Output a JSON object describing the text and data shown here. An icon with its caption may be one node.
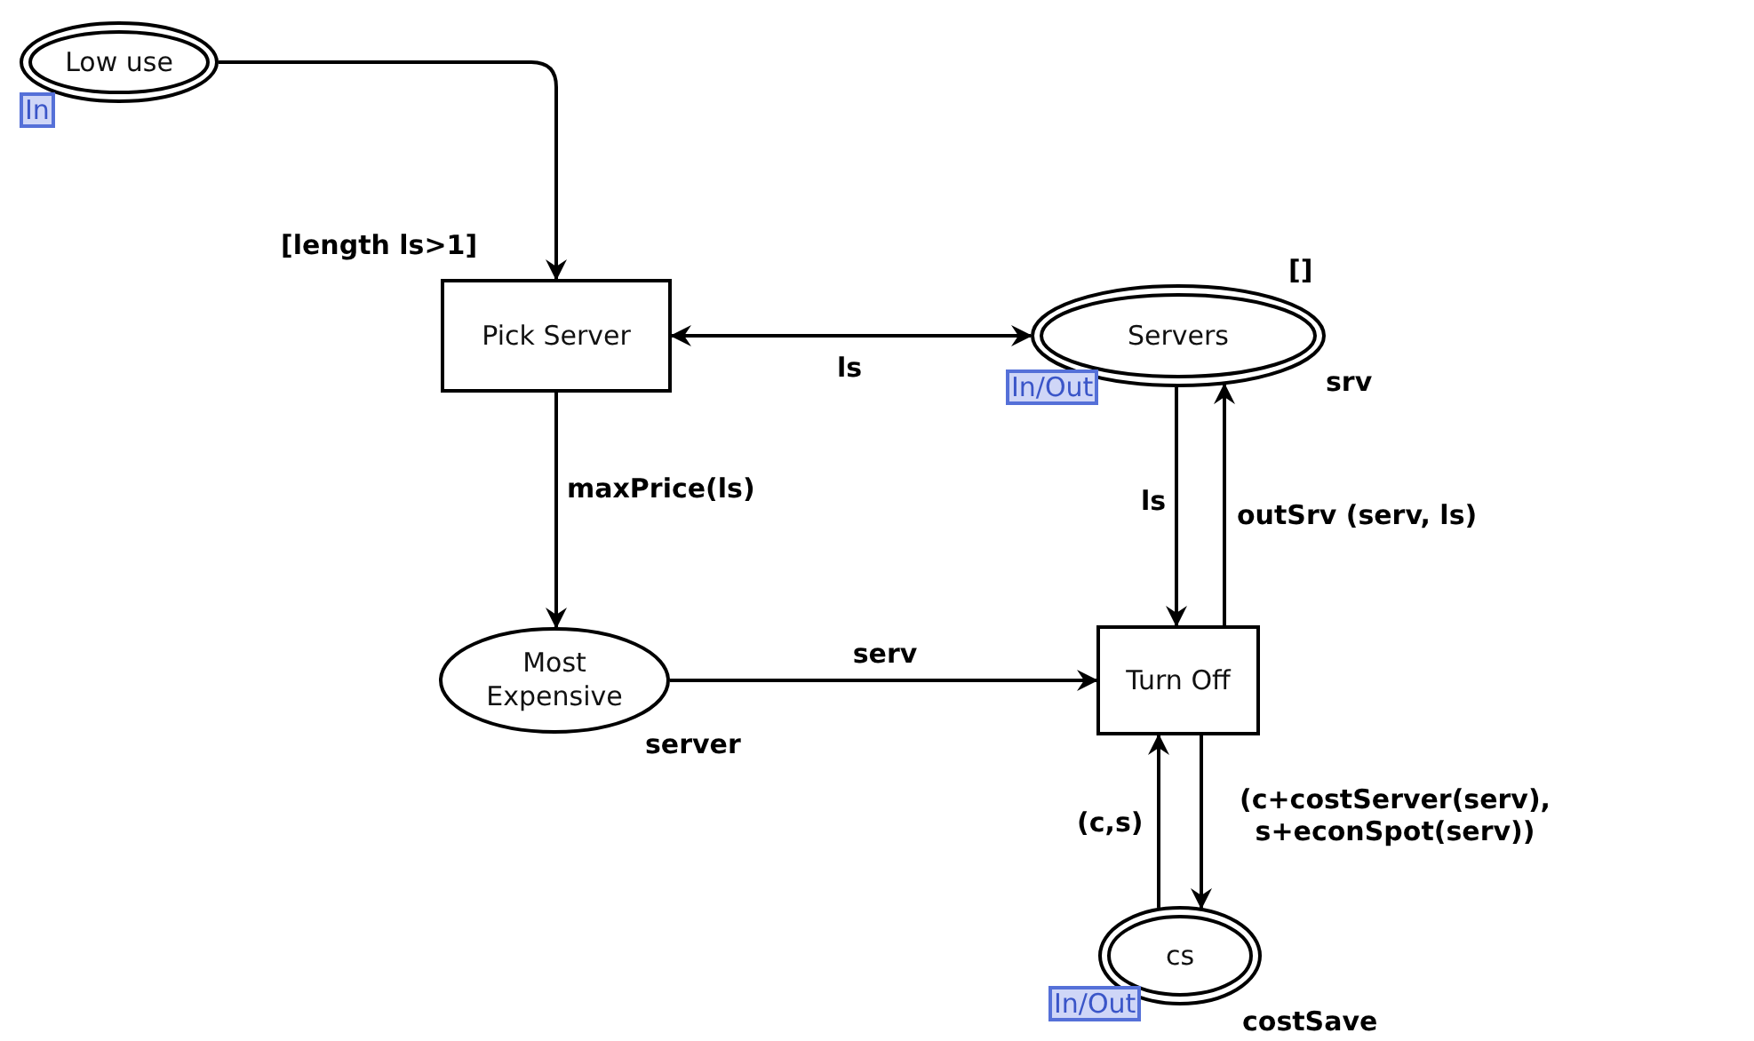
{
  "diagram": {
    "nodes": [
      {
        "text": [
          "Low use"
        ],
        "beside": [
          "In"
        ]
      },
      {
        "text": [
          "Pick Server"
        ],
        "beside": [
          "[length ls>1]"
        ]
      },
      {
        "text": [
          "Servers"
        ],
        "beside": [
          "[]",
          "In/Out",
          "srv"
        ]
      },
      {
        "text": [
          "Most Expensive"
        ],
        "beside": [
          "server"
        ]
      },
      {
        "text": [
          "Turn Off"
        ]
      },
      {
        "text": [
          "cs"
        ],
        "beside": [
          "In/Out",
          "costSave"
        ]
      }
    ],
    "edges": [
      {
        "from": 0,
        "to": 1,
        "arrow": "to"
      },
      {
        "from": 1,
        "to": 2,
        "arrow": "both",
        "label": "ls"
      },
      {
        "from": 1,
        "to": 3,
        "arrow": "to",
        "label": "maxPrice(ls)"
      },
      {
        "from": 3,
        "to": 4,
        "arrow": "to",
        "label": "serv"
      },
      {
        "from": 2,
        "to": 4,
        "arrow": "to",
        "label": "ls"
      },
      {
        "from": 4,
        "to": 2,
        "arrow": "to",
        "label": "outSrv (serv, ls)"
      },
      {
        "from": 4,
        "to": 5,
        "arrow": "to",
        "label": "(c+costServer(serv), s+econSpot(serv))"
      },
      {
        "from": 5,
        "to": 4,
        "arrow": "to",
        "label": "(c,s)"
      }
    ]
  }
}
